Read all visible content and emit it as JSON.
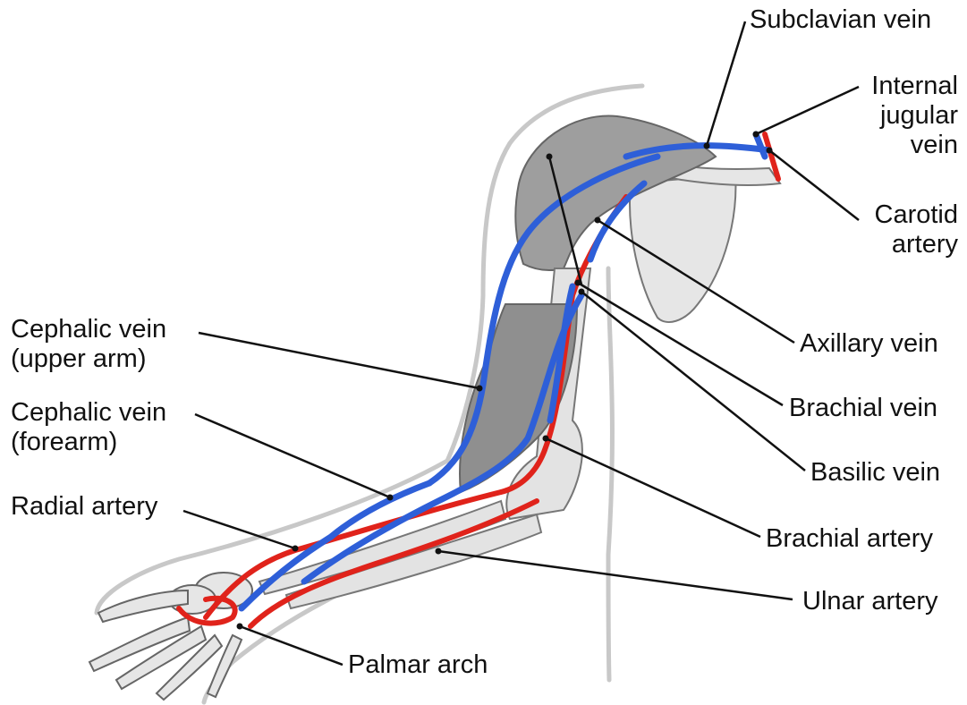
{
  "figure": {
    "labels": {
      "subclavian_vein": "Subclavian vein",
      "internal_jugular_vein": [
        "Internal",
        "jugular",
        "vein"
      ],
      "carotid_artery": [
        "Carotid",
        "artery"
      ],
      "axillary_vein": "Axillary vein",
      "brachial_vein": "Brachial vein",
      "basilic_vein": "Basilic vein",
      "brachial_artery": "Brachial artery",
      "ulnar_artery": "Ulnar artery",
      "palmar_arch": "Palmar arch",
      "cephalic_vein_upper": [
        "Cephalic vein",
        "(upper arm)"
      ],
      "cephalic_vein_forearm": [
        "Cephalic vein",
        "(forearm)"
      ],
      "radial_artery": "Radial artery"
    },
    "colors": {
      "vein": "#2e5fd8",
      "vein_edge": "#1a3a9a",
      "artery": "#e0231b",
      "artery_edge": "#a01510",
      "muscle": "#9a9a9a",
      "bone": "#e6e6e6",
      "outline": "#c8c8c8",
      "leader": "#111111"
    }
  }
}
